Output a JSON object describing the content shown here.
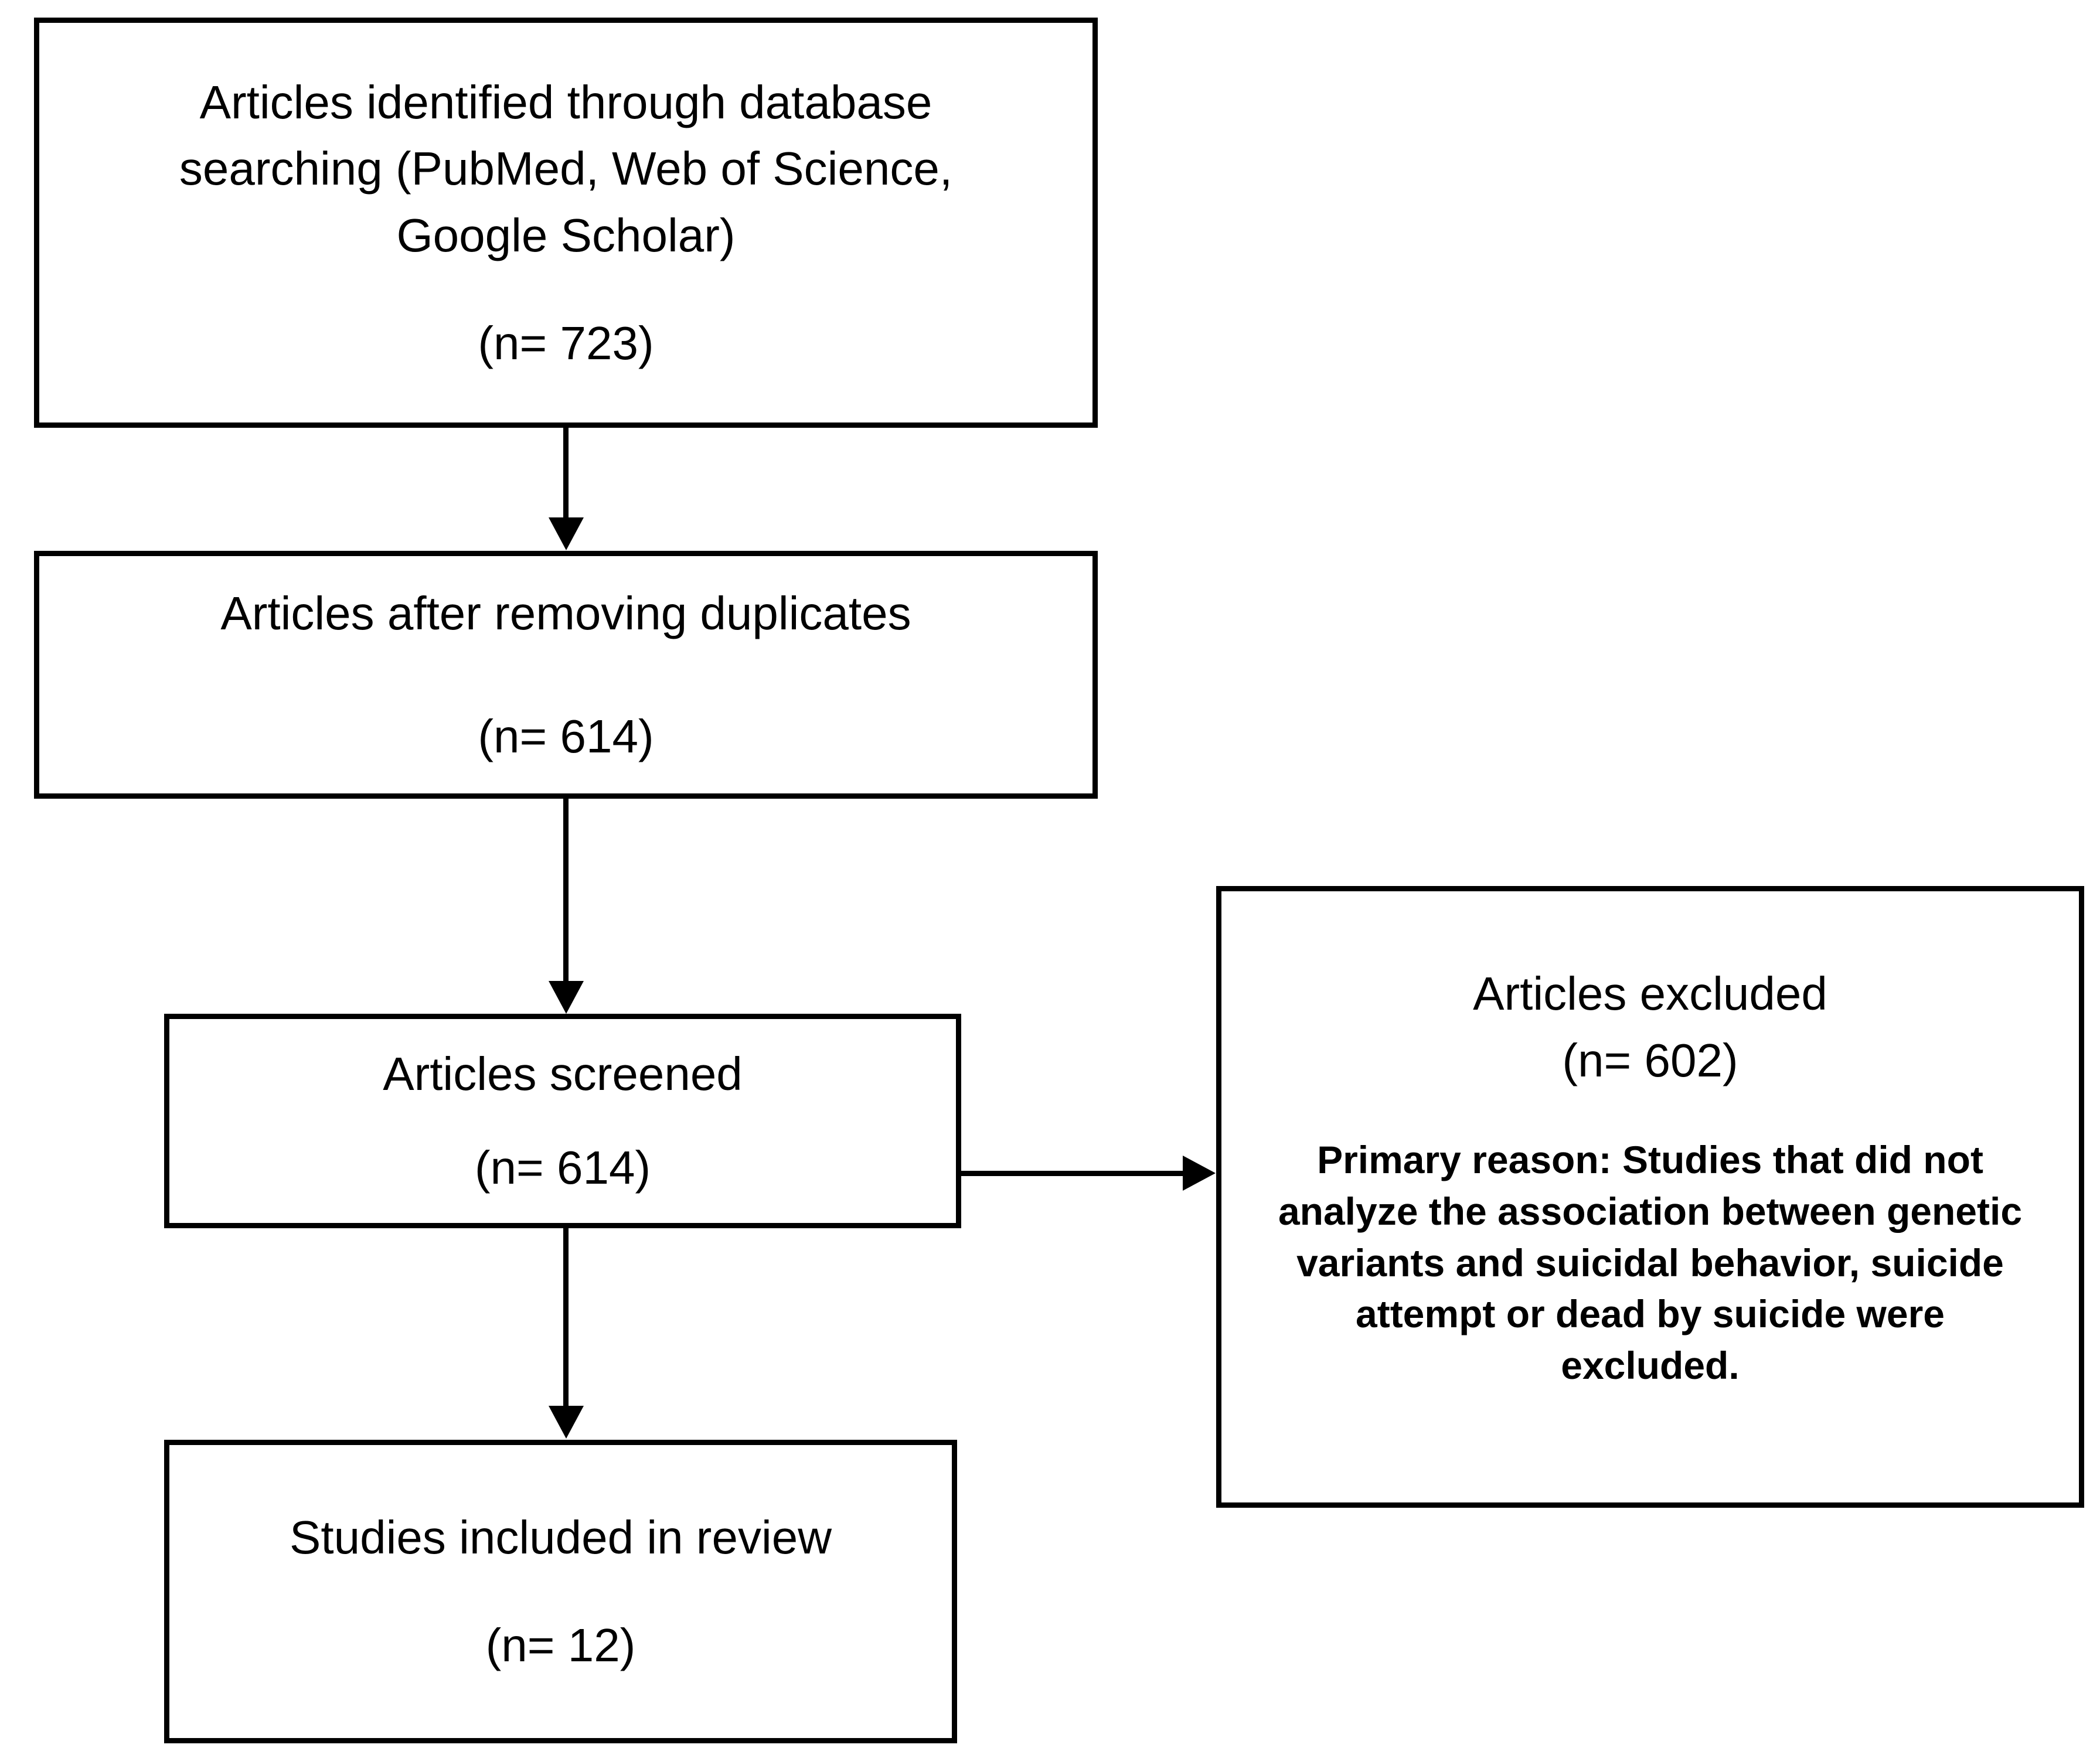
{
  "diagram": {
    "type": "prisma-flow-diagram",
    "nodes": {
      "identified": {
        "lines": [
          "Articles identified through database",
          "searching (PubMed, Web of Science,",
          "Google Scholar)"
        ],
        "count": "(n= 723)"
      },
      "after_duplicates": {
        "lines": [
          "Articles after removing duplicates"
        ],
        "count": "(n= 614)"
      },
      "screened": {
        "lines": [
          "Articles screened"
        ],
        "count": "(n= 614)"
      },
      "included": {
        "lines": [
          "Studies included in review"
        ],
        "count": "(n= 12)"
      },
      "excluded": {
        "lines": [
          "Articles excluded"
        ],
        "count": "(n= 602)",
        "reason_lines": [
          "Primary reason: Studies that did not",
          "analyze the association between genetic",
          "variants and suicidal behavior, suicide",
          "attempt or dead by suicide were",
          "excluded."
        ]
      }
    },
    "connectors": [
      {
        "id": "identified-to-after-duplicates",
        "direction": "down"
      },
      {
        "id": "after-duplicates-to-screened",
        "direction": "down"
      },
      {
        "id": "screened-to-included",
        "direction": "down"
      },
      {
        "id": "screened-to-excluded",
        "direction": "right"
      }
    ],
    "colors": {
      "stroke": "#000000",
      "background": "#ffffff",
      "text": "#000000"
    }
  }
}
